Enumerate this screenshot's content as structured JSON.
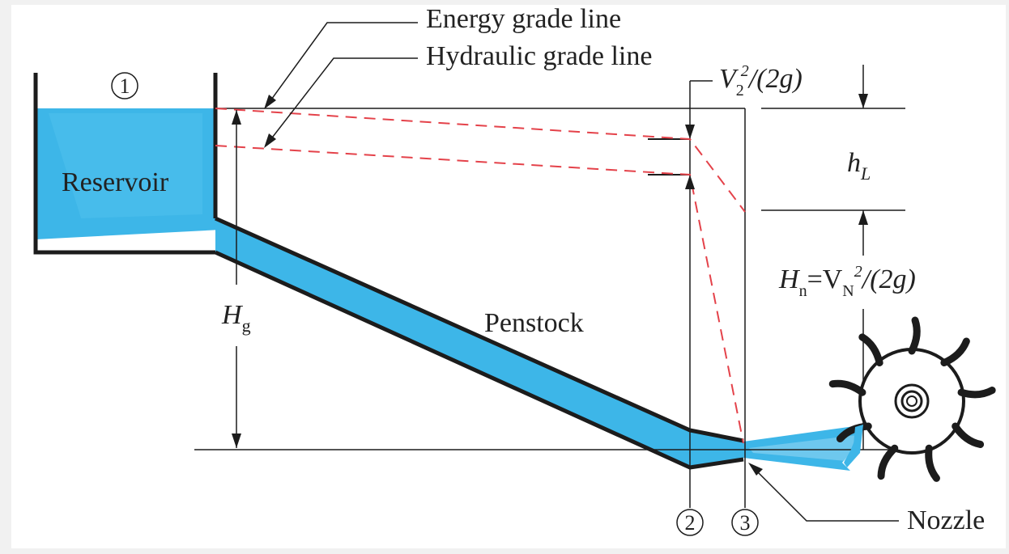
{
  "labels": {
    "energy_grade_line": "Energy grade line",
    "hydraulic_grade_line": "Hydraulic grade line",
    "reservoir": "Reservoir",
    "penstock": "Penstock",
    "nozzle": "Nozzle",
    "station_1": "1",
    "station_2": "2",
    "station_3": "3",
    "hg_main": "H",
    "hg_sub": "g",
    "v2_main": "V",
    "v2_sub": "2",
    "v2_sup": "2",
    "v2_rest": "/(2g)",
    "hl_main": "h",
    "hl_sub": "L",
    "hn_main": "H",
    "hn_sub": "n",
    "hn_eq": "=V",
    "hn_vsub": "N",
    "hn_vsup": "2",
    "hn_rest": "/(2g)"
  },
  "colors": {
    "water": "#3db6e8",
    "water_light": "#8fd3f2",
    "grade_lines": "#e4424a",
    "structure": "#1c1c1c",
    "background": "#f1f1f1",
    "panel": "#ffffff"
  },
  "icons": {
    "turbine": "pelton-wheel-icon",
    "stations": "circled-number-icon"
  }
}
